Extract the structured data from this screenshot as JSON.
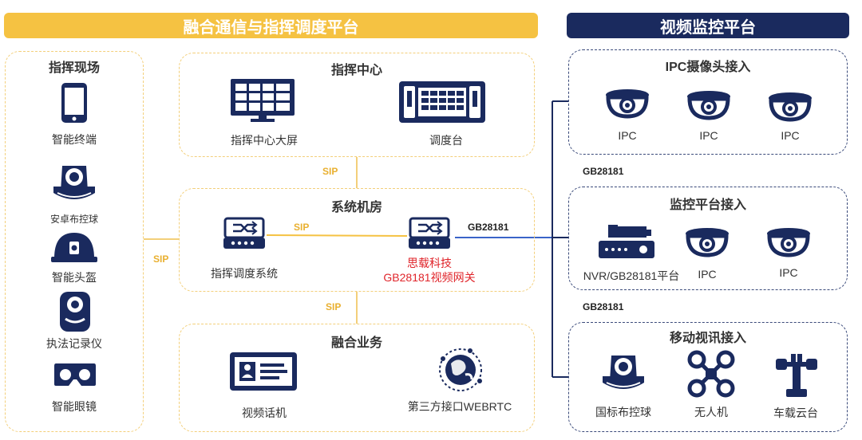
{
  "banners": {
    "left": "融合通信与指挥调度平台",
    "right": "视频监控平台"
  },
  "field": {
    "title": "指挥现场",
    "items": [
      {
        "label": "智能终端",
        "icon": "smartphone-icon"
      },
      {
        "label": "安卓布控球",
        "icon": "dome-camera-icon"
      },
      {
        "label": "智能头盔",
        "icon": "helmet-icon"
      },
      {
        "label": "执法记录仪",
        "icon": "body-camera-icon"
      },
      {
        "label": "智能眼镜",
        "icon": "smart-glasses-icon"
      }
    ]
  },
  "command_center": {
    "title": "指挥中心",
    "items": [
      {
        "label": "指挥中心大屏",
        "icon": "video-wall-icon"
      },
      {
        "label": "调度台",
        "icon": "dispatch-console-icon"
      }
    ]
  },
  "machine_room": {
    "title": "系统机房",
    "items": [
      {
        "label": "指挥调度系统",
        "icon": "switch-icon"
      },
      {
        "label": "思载科技",
        "label2": "GB28181视频网关",
        "icon": "switch-icon"
      }
    ]
  },
  "fusion": {
    "title": "融合业务",
    "items": [
      {
        "label": "视频话机",
        "icon": "video-phone-icon"
      },
      {
        "label": "第三方接口WEBRTC",
        "icon": "globe-icon"
      }
    ]
  },
  "ipc_access": {
    "title": "IPC摄像头接入",
    "items": [
      "IPC",
      "IPC",
      "IPC"
    ]
  },
  "monitor_access": {
    "title": "监控平台接入",
    "items": [
      "NVR/GB28181平台",
      "IPC",
      "IPC"
    ]
  },
  "mobile_access": {
    "title": "移动视讯接入",
    "items": [
      {
        "label": "国标布控球",
        "icon": "dome-camera-icon"
      },
      {
        "label": "无人机",
        "icon": "drone-icon"
      },
      {
        "label": "车载云台",
        "icon": "vehicle-ptz-icon"
      }
    ]
  },
  "links": {
    "sip": "SIP",
    "gb": "GB28181"
  },
  "colors": {
    "yellow": "#f5c242",
    "navy": "#1a2a5e",
    "red": "#e0242a",
    "blue_line": "#3a63c8"
  }
}
